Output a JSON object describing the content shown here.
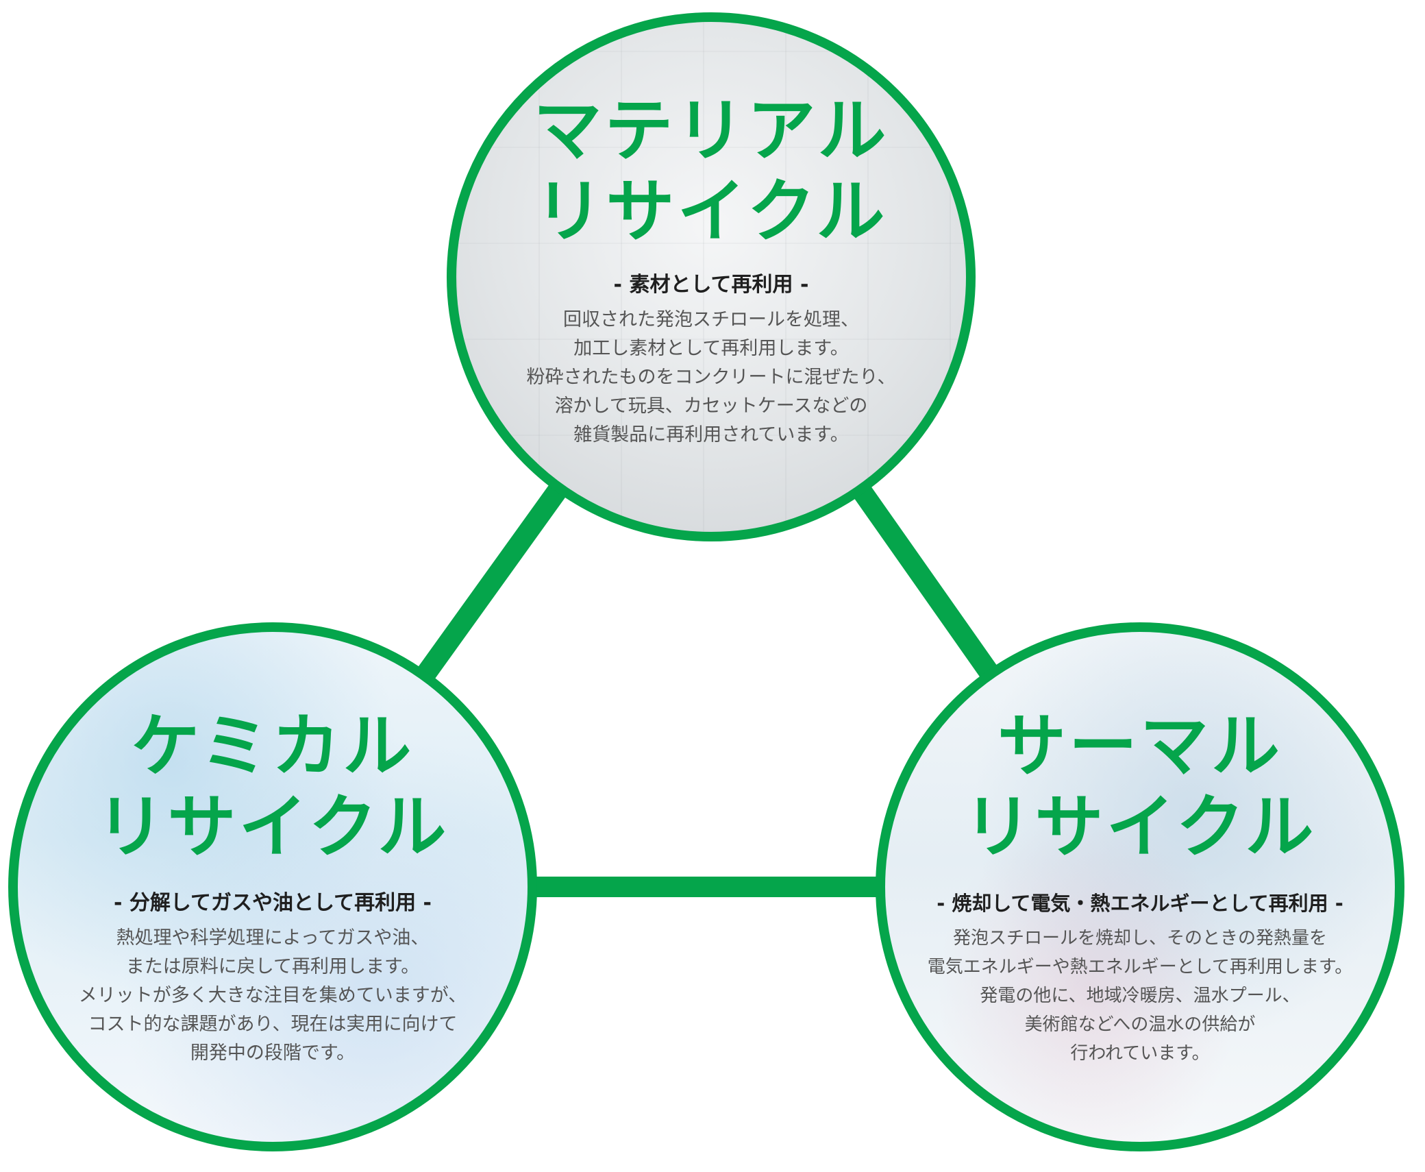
{
  "colors": {
    "accent": "#05a54b",
    "subtitle": "#1f1f1f",
    "description": "#555555"
  },
  "nodes": [
    {
      "id": "material",
      "title_lines": [
        "マテリアル",
        "リサイクル"
      ],
      "subtitle": "- 素材として再利用 -",
      "description_lines": [
        "回収された発泡スチロールを処理、",
        "加工し素材として再利用します。",
        "粉砕されたものをコンクリートに混ぜたり、",
        "溶かして玩具、カセットケースなどの",
        "雑貨製品に再利用されています。"
      ]
    },
    {
      "id": "chemical",
      "title_lines": [
        "ケミカル",
        "リサイクル"
      ],
      "subtitle": "- 分解してガスや油として再利用 -",
      "description_lines": [
        "熱処理や科学処理によってガスや油、",
        "または原料に戻して再利用します。",
        "メリットが多く大きな注目を集めていますが、",
        "コスト的な課題があり、現在は実用に向けて",
        "開発中の段階です。"
      ]
    },
    {
      "id": "thermal",
      "title_lines": [
        "サーマル",
        "リサイクル"
      ],
      "subtitle": "- 焼却して電気・熱エネルギーとして再利用 -",
      "description_lines": [
        "発泡スチロールを焼却し、そのときの発熱量を",
        "電気エネルギーや熱エネルギーとして再利用します。",
        "発電の他に、地域冷暖房、温水プール、",
        "美術館などへの温水の供給が",
        "行われています。"
      ]
    }
  ]
}
